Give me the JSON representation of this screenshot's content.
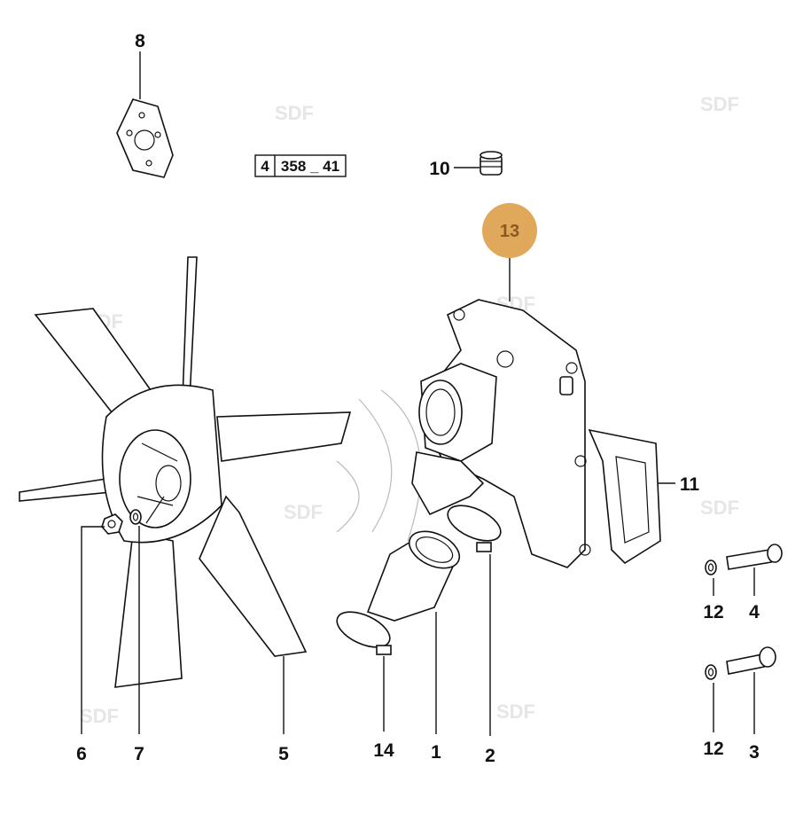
{
  "diagram": {
    "reference_box": {
      "group": "4",
      "code": "358 _ 41"
    },
    "watermark": "SDF",
    "highlight_color": "#E0A85A",
    "highlight_text_color": "#8A5A20",
    "callouts": {
      "c8": "8",
      "c10": "10",
      "c13": "13",
      "c11": "11",
      "c12a": "12",
      "c4": "4",
      "c12b": "12",
      "c3": "3",
      "c6": "6",
      "c7": "7",
      "c5": "5",
      "c14": "14",
      "c1": "1",
      "c2": "2"
    },
    "highlighted_part": "13"
  }
}
